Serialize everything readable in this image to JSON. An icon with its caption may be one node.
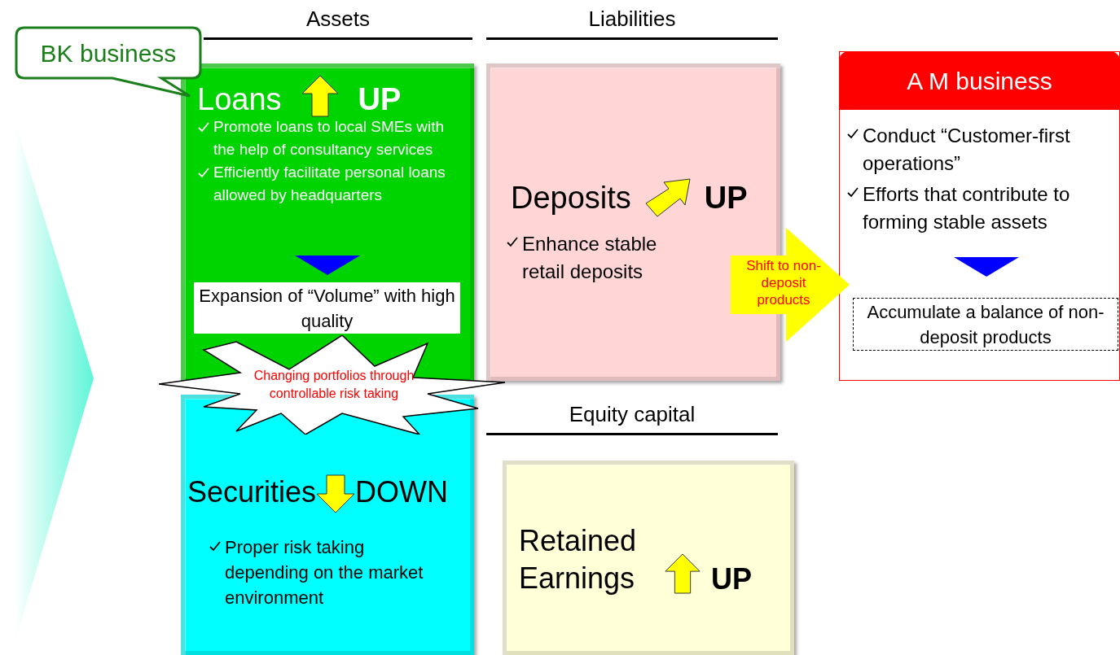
{
  "diagram": {
    "nodes": [
      {
        "text": [
          "Loans",
          "UP",
          "Promote loans to local SMEs with the help of consultancy services",
          "Efficiently facilitate personal loans allowed by headquarters"
        ]
      },
      {
        "text": [
          "Expansion of “Volume” with high quality"
        ],
        "in": 0
      },
      {
        "text": [
          "BK business"
        ]
      },
      {
        "text": [
          "Deposits",
          "UP",
          "Enhance stable retail deposits"
        ]
      },
      {
        "text": [
          "A M business",
          "Conduct “Customer-first operations”",
          "Efforts that contribute to forming stable assets"
        ]
      },
      {
        "text": [
          "Accumulate a balance of non-deposit products"
        ],
        "in": 4
      },
      {
        "text": [
          "Changing portfolios through controllable risk taking"
        ]
      },
      {
        "text": [
          "Securities",
          "DOWN",
          "Proper risk taking depending on the market environment"
        ]
      },
      {
        "text": [
          "Retained Earnings",
          "UP"
        ]
      }
    ],
    "edges": [
      {
        "from": 3,
        "to": 4,
        "arrow": "to",
        "label": "Shift to non-deposit products",
        "style": "thick",
        "color": "#ffff00"
      }
    ],
    "labels": [
      "Assets",
      "Liabilities",
      "Equity capital"
    ]
  }
}
